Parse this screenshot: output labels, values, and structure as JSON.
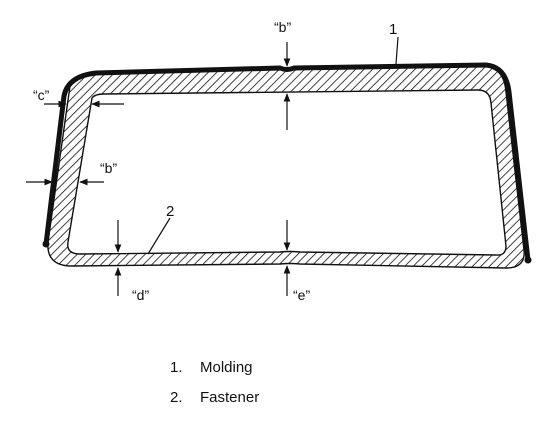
{
  "diagram": {
    "callouts": {
      "molding": "1",
      "fastener": "2"
    },
    "dimensions": {
      "b_top": "“b”",
      "c": "“c”",
      "b_side": "“b”",
      "d": "“d”",
      "e": "“e”"
    },
    "legend": [
      {
        "num": "1.",
        "text": "Molding"
      },
      {
        "num": "2.",
        "text": "Fastener"
      }
    ],
    "colors": {
      "ink": "#111111",
      "background": "#ffffff"
    }
  }
}
